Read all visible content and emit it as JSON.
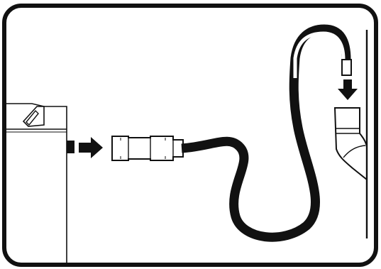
{
  "diagram": {
    "labels": [],
    "components": [
      {
        "name": "appliance"
      },
      {
        "name": "outlet-stub"
      },
      {
        "name": "connector"
      },
      {
        "name": "hose"
      },
      {
        "name": "hose-end-fitting"
      },
      {
        "name": "wall-drain-elbow"
      },
      {
        "name": "wall"
      }
    ],
    "arrows": [
      {
        "name": "arrow-outlet-to-connector",
        "direction": "right"
      },
      {
        "name": "arrow-hose-into-drain",
        "direction": "down"
      }
    ],
    "colors": {
      "ink": "#111111",
      "paper": "#ffffff"
    }
  }
}
